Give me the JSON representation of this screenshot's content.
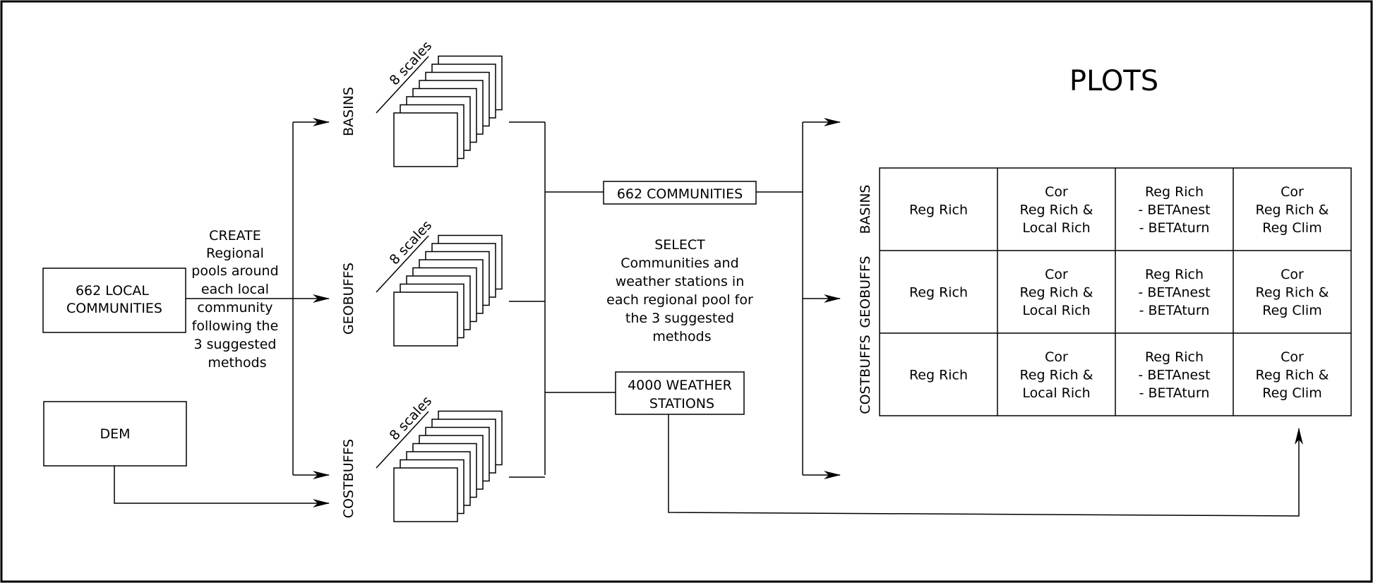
{
  "title": "PLOTS",
  "inputs": {
    "local_communities": [
      "662 LOCAL",
      "COMMUNITIES"
    ],
    "dem": "DEM"
  },
  "create_text": [
    "CREATE",
    "Regional",
    "pools around",
    "each local",
    "community",
    "following the",
    "3 suggested",
    "methods"
  ],
  "methods": [
    "BASINS",
    "GEOBUFFS",
    "COSTBUFFS"
  ],
  "scales_label": "8 scales",
  "communities_box": "662 COMMUNITIES",
  "weather_box": [
    "4000 WEATHER",
    "STATIONS"
  ],
  "select_text": [
    "SELECT",
    "Communities and",
    "weather stations in",
    "each regional pool for",
    "the 3 suggested",
    "methods"
  ],
  "table": {
    "row_labels": [
      "BASINS",
      "GEOBUFFS",
      "COSTBUFFS"
    ],
    "columns": [
      [
        "Reg Rich"
      ],
      [
        "Cor",
        "Reg Rich &",
        "Local Rich"
      ],
      [
        "Reg Rich",
        "- BETAnest",
        "- BETAturn"
      ],
      [
        "Cor",
        "Reg Rich &",
        "Reg Clim"
      ]
    ]
  }
}
